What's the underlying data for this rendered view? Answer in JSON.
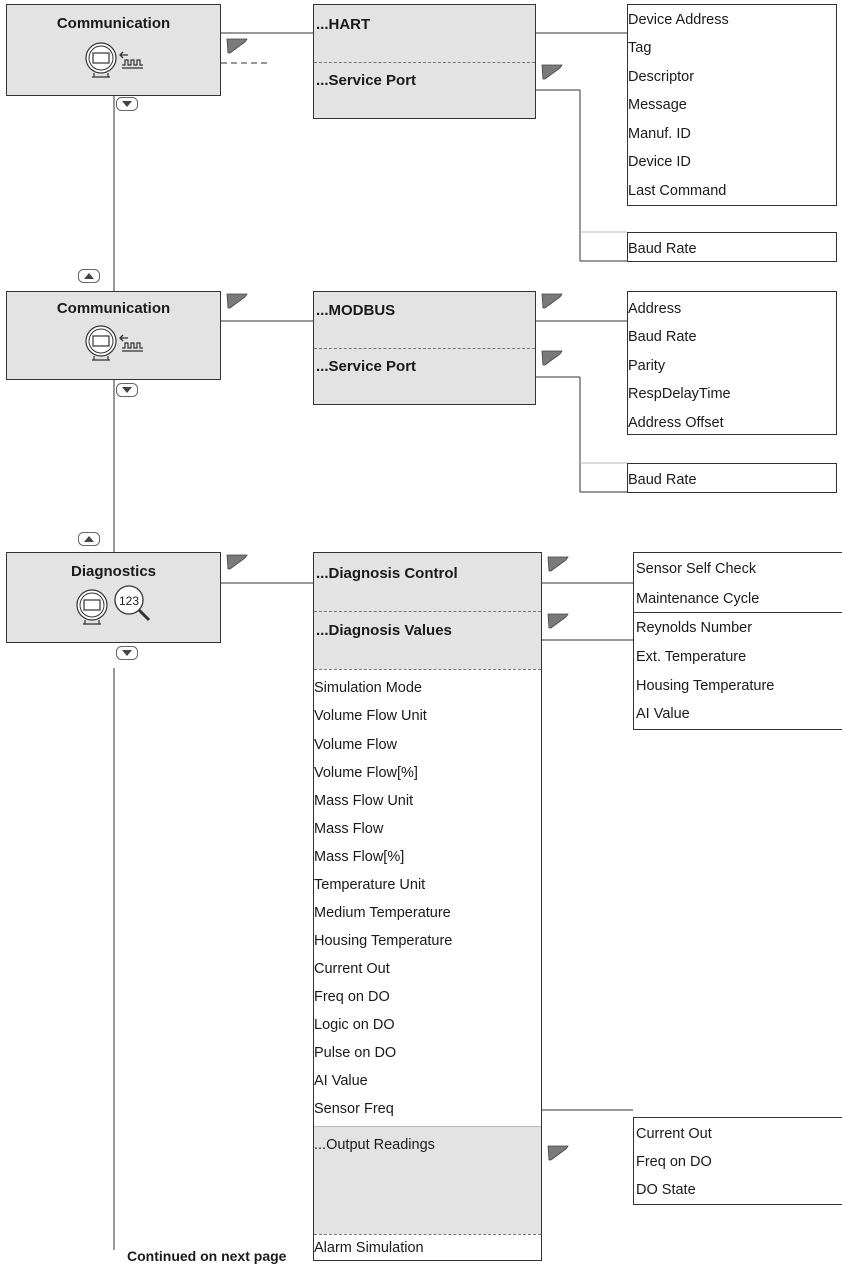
{
  "sections": [
    {
      "menu": "Communication",
      "subs": [
        "...HART",
        "...Service Port"
      ],
      "hart_params": [
        "Device Address",
        "Tag",
        "Descriptor",
        "Message",
        "Manuf. ID",
        "Device ID",
        "Last Command"
      ],
      "service_params": [
        "Baud Rate"
      ]
    },
    {
      "menu": "Communication",
      "subs": [
        "...MODBUS",
        "...Service Port"
      ],
      "modbus_params": [
        "Address",
        "Baud Rate",
        "Parity",
        "RespDelayTime",
        "Address Offset"
      ],
      "service_params": [
        "Baud Rate"
      ]
    },
    {
      "menu": "Diagnostics",
      "subs": [
        "...Diagnosis Control",
        "...Diagnosis Values"
      ],
      "control_params": [
        "Sensor Self Check",
        "Maintenance Cycle"
      ],
      "values_params": [
        "Reynolds Number",
        "Ext. Temperature",
        "Housing Temperature",
        "AI Value"
      ],
      "list": [
        "Simulation Mode",
        "Volume Flow Unit",
        "Volume Flow",
        "Volume Flow[%]",
        "Mass Flow Unit",
        "Mass Flow",
        "Mass Flow[%]",
        "Temperature Unit",
        "Medium Temperature",
        "Housing Temperature",
        "Current Out",
        "Freq on DO",
        "Logic on DO",
        "Pulse on DO",
        "AI Value",
        "Sensor Freq"
      ],
      "output_readings": "...Output Readings",
      "alarm": "Alarm Simulation",
      "output_params": [
        "Current Out",
        "Freq on DO",
        "DO State"
      ],
      "magnifier_text": "123"
    }
  ],
  "footer": "Continued on next page",
  "icons": [
    "display-device-icon",
    "signal-arrow-icon",
    "magnifier-123-icon",
    "nav-right-icon",
    "nav-down-icon",
    "nav-up-icon"
  ]
}
